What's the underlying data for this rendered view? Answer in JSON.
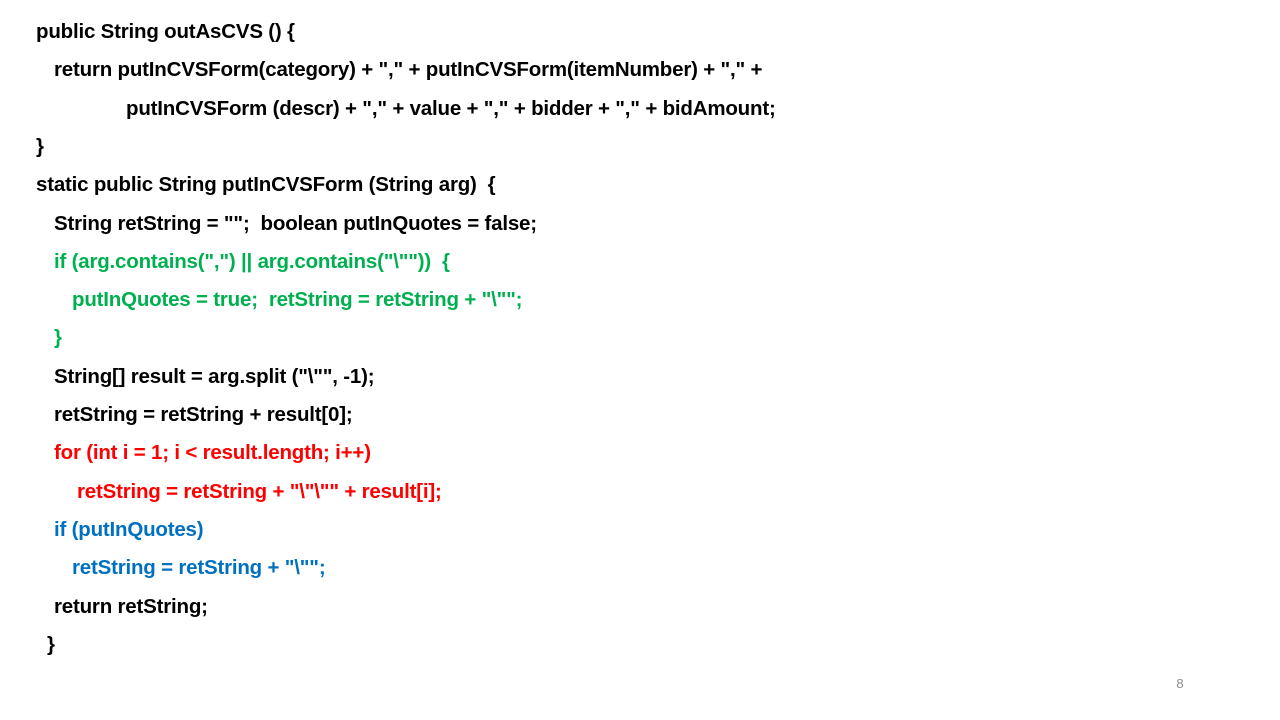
{
  "colors": {
    "default": "#000000",
    "green": "#00B050",
    "red": "#FF0000",
    "blue": "#0070C0",
    "page_number": "#8C8C8C"
  },
  "code_lines": [
    {
      "text": "public String outAsCVS () {",
      "color": "default"
    },
    {
      "text": "  return putInCVSForm(category) + \",\" + putInCVSForm(itemNumber) + \",\" +",
      "color": "default"
    },
    {
      "text": "           putInCVSForm (descr) + \",\" + value + \",\" + bidder + \",\" + bidAmount;",
      "color": "default"
    },
    {
      "text": "}",
      "color": "default"
    },
    {
      "text": "static public String putInCVSForm (String arg)  {",
      "color": "default"
    },
    {
      "text": "  String retString = \"\";  boolean putInQuotes = false;",
      "color": "default"
    },
    {
      "text": "  if (arg.contains(\",\") || arg.contains(\"\\\"\"))  {",
      "color": "green"
    },
    {
      "text": "     putInQuotes = true;  retString = retString + \"\\\"\";",
      "color": "green"
    },
    {
      "text": "  }",
      "color": "green"
    },
    {
      "text": "  String[] result = arg.split (\"\\\"\", -1);",
      "color": "default"
    },
    {
      "text": "  retString = retString + result[0];",
      "color": "default"
    },
    {
      "text": "  for (int i = 1; i < result.length; i++)",
      "color": "red"
    },
    {
      "text": "     retString = retString + \"\\\"\\\"\" + result[i];",
      "color": "red"
    },
    {
      "text": "  if (putInQuotes)",
      "color": "blue"
    },
    {
      "text": "     retString = retString + \"\\\"\";",
      "color": "blue"
    },
    {
      "text": "  return retString;",
      "color": "default"
    },
    {
      "text": " }",
      "color": "default"
    }
  ],
  "page_number": "8"
}
